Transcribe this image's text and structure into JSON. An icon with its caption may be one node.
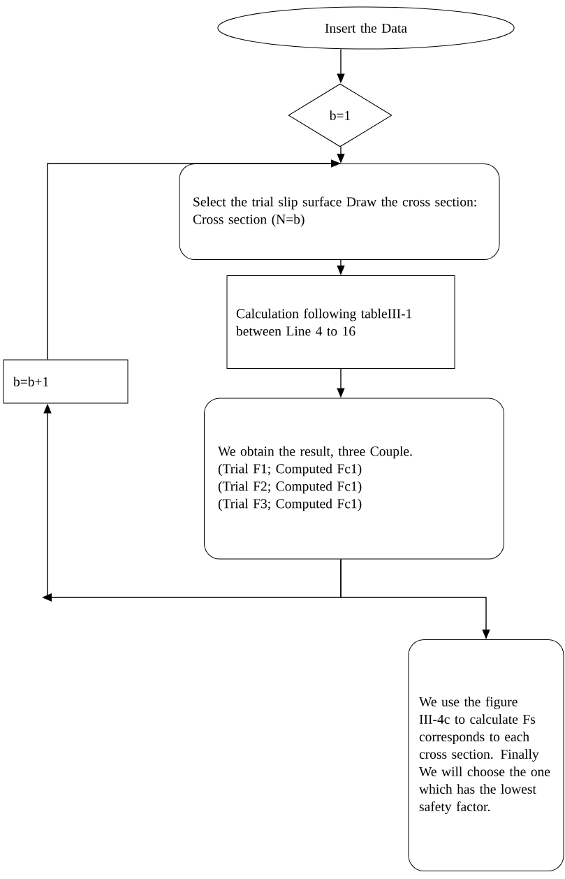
{
  "diagram": {
    "nodes": [
      {
        "text": [
          "Insert the Data"
        ]
      },
      {
        "text": [
          "b=1"
        ]
      },
      {
        "text": [
          "Select the trial slip surface Draw the cross section:",
          "Cross section (N=b)"
        ]
      },
      {
        "text": [
          "Calculation following tableIII-1 between Line 4 to 16"
        ]
      },
      {
        "text": [
          "We obtain the result, three Couple.",
          "(Trial F1; Computed Fc1)",
          "(Trial F2; Computed Fc1)",
          "(Trial F3; Computed Fc1)"
        ]
      },
      {
        "text": [
          "b=b+1"
        ]
      },
      {
        "text": [
          "We use the figure III-4c to calculate Fs corresponds to each cross section. Finally We will choose the one which has the lowest safety factor."
        ]
      }
    ],
    "edges": [
      {
        "from": 0,
        "to": 1,
        "arrow": "to"
      },
      {
        "from": 1,
        "to": 2,
        "arrow": "to"
      },
      {
        "from": 2,
        "to": 3,
        "arrow": "to"
      },
      {
        "from": 3,
        "to": 4,
        "arrow": "to"
      },
      {
        "from": 4,
        "to": 5,
        "arrow": "to"
      },
      {
        "from": 4,
        "to": 6,
        "arrow": "to"
      },
      {
        "from": 5,
        "to": 2,
        "arrow": "to"
      }
    ]
  }
}
